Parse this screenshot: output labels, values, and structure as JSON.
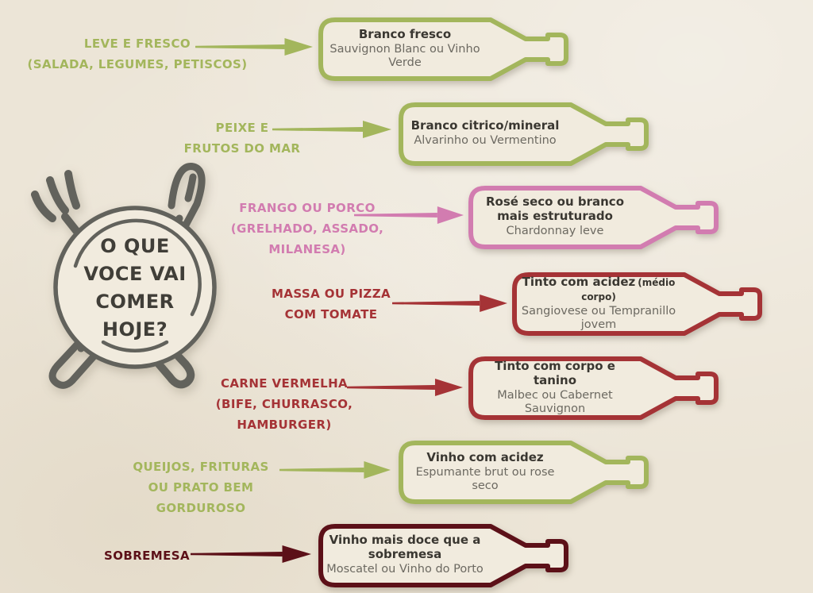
{
  "plate": {
    "title": "O QUE\nVOCE VAI\nCOMER\nHOJE?"
  },
  "rows": [
    {
      "theme": "green",
      "label_lines": [
        "LEVE E FRESCO",
        "(SALADA, LEGUMES, PETISCOS)"
      ],
      "bottle": {
        "title": "Branco fresco",
        "title_suffix": "",
        "subtitle": "Sauvignon Blanc ou Vinho Verde"
      }
    },
    {
      "theme": "green",
      "label_lines": [
        "PEIXE E",
        "FRUTOS DO MAR"
      ],
      "bottle": {
        "title": "Branco citrico/mineral",
        "title_suffix": "",
        "subtitle": "Alvarinho ou Vermentino"
      }
    },
    {
      "theme": "pink",
      "label_lines": [
        "FRANGO OU PORCO",
        "(GRELHADO, ASSADO, MILANESA)"
      ],
      "bottle": {
        "title": "Rosé seco ou branco mais estruturado",
        "title_suffix": "",
        "subtitle": "Chardonnay leve"
      }
    },
    {
      "theme": "red",
      "label_lines": [
        "MASSA OU PIZZA",
        "COM TOMATE"
      ],
      "bottle": {
        "title": "Tinto com acidez",
        "title_suffix": "(médio corpo)",
        "subtitle": "Sangiovese ou Tempranillo jovem"
      }
    },
    {
      "theme": "red",
      "label_lines": [
        "CARNE VERMELHA",
        "(BIFE, CHURRASCO, HAMBURGER)"
      ],
      "bottle": {
        "title": "Tinto com corpo e tanino",
        "title_suffix": "",
        "subtitle": "Malbec ou Cabernet Sauvignon"
      }
    },
    {
      "theme": "green",
      "label_lines": [
        "QUEIJOS, FRITURAS",
        "OU PRATO BEM GORDUROSO"
      ],
      "bottle": {
        "title": "Vinho com acidez",
        "title_suffix": "",
        "subtitle": "Espumante brut ou rose seco"
      }
    },
    {
      "theme": "maroon",
      "label_lines": [
        "SOBREMESA"
      ],
      "bottle": {
        "title": "Vinho mais doce que a sobremesa",
        "title_suffix": "",
        "subtitle": "Moscatel ou Vinho do Porto"
      }
    }
  ],
  "colors": {
    "background": "#ece5d7",
    "green": "#a3b65c",
    "pink": "#d27cb0",
    "red": "#a53336",
    "maroon": "#5c1018",
    "plate_gray": "#62625c",
    "plate_text": "#403e38",
    "title_dark": "#3a3731",
    "subtitle_gray": "#6c6961",
    "bottle_fill": "#f1ebde"
  }
}
